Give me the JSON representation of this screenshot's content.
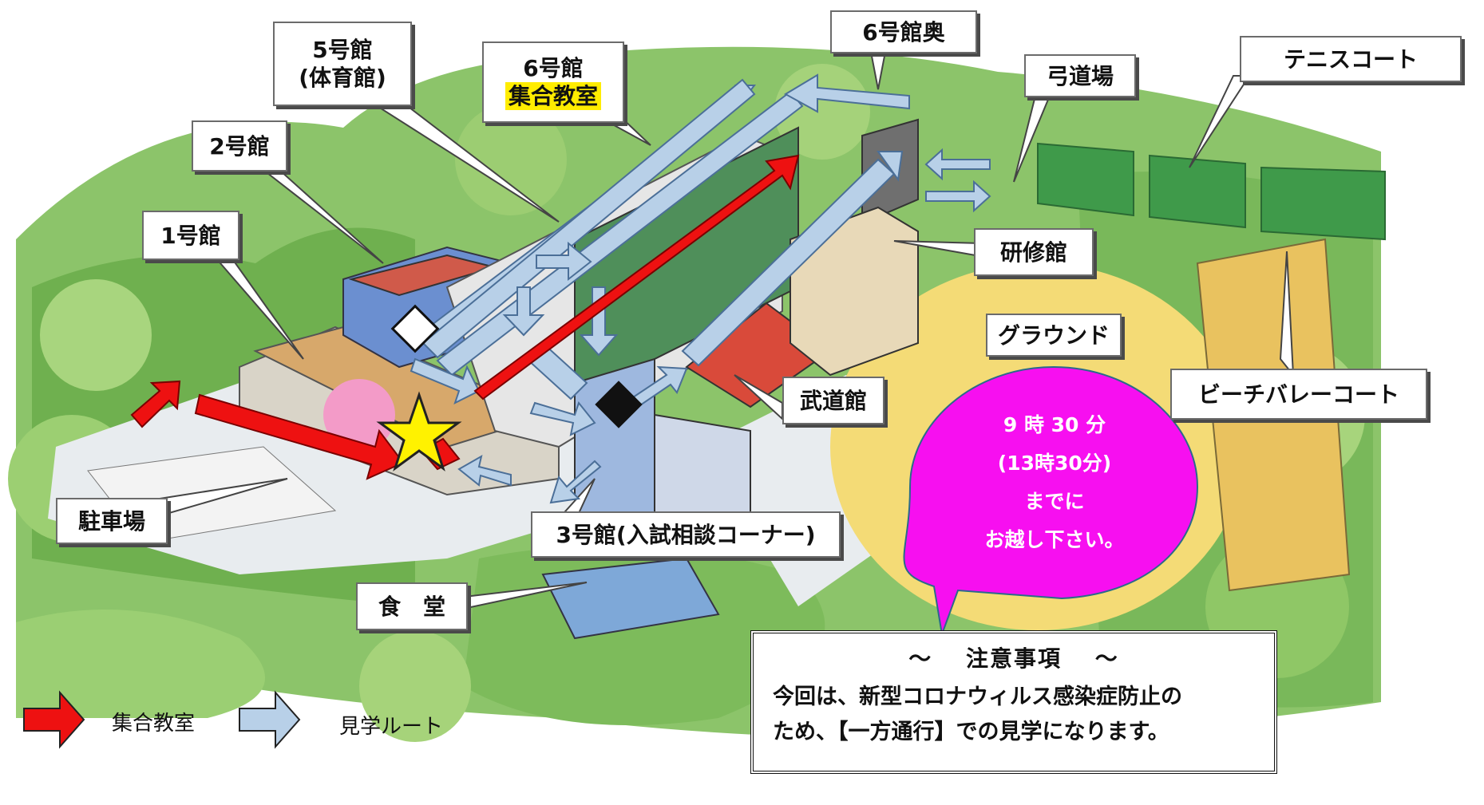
{
  "labels": {
    "bldg5_line1": "5号館",
    "bldg5_line2": "(体育館)",
    "bldg6_line1": "6号館",
    "bldg6_line2": "集合教室",
    "bldg6_back": "6号館奥",
    "kyudojo": "弓道場",
    "tennis": "テニスコート",
    "bldg2": "2号館",
    "bldg1": "1号館",
    "kenshukan": "研修館",
    "ground": "グラウンド",
    "budokan": "武道館",
    "beach_volley": "ビーチバレーコート",
    "parking": "駐車場",
    "bldg3": "3号館(入試相談コーナー)",
    "cafeteria": "食　堂"
  },
  "bubble": {
    "line1": "9 時 30 分",
    "line2": "(13時30分)",
    "line3": "までに",
    "line4": "お越し下さい。",
    "color": "#f70ff0"
  },
  "notice": {
    "title": "～　 注意事項　 ～",
    "line1": "今回は、新型コロナウィルス感染症防止の",
    "line2": "ため、【一方通行】での見学になります。"
  },
  "legend": {
    "red_label": "集合教室",
    "blue_label": "見学ルート",
    "red_color": "#ee1111",
    "blue_color": "#b8d0e8"
  }
}
